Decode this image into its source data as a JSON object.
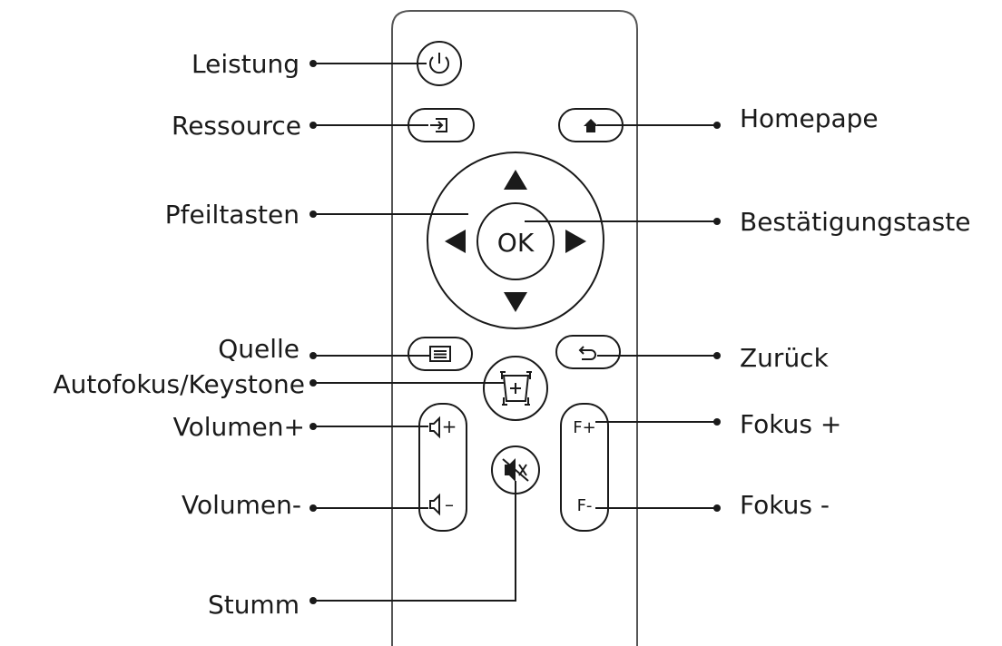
{
  "labels": {
    "power": "Leistung",
    "resource": "Ressource",
    "home": "Homepape",
    "arrows": "Pfeiltasten",
    "confirm": "Bestätigungstaste",
    "menu": "Quelle",
    "autofocus": "Autofokus/Keystone",
    "back": "Zurück",
    "vol_up": "Volumen+",
    "focus_up": "Fokus +",
    "vol_down": "Volumen-",
    "focus_down": "Fokus -",
    "mute": "Stumm"
  },
  "buttons": {
    "ok": "OK",
    "focus_plus": "F+",
    "focus_minus": "F-",
    "vol_plus_sign": "+",
    "vol_minus_sign": "–"
  },
  "icons": {
    "power": "power-icon",
    "input": "input-icon",
    "home": "home-icon",
    "menu": "menu-icon",
    "back": "back-arrow-icon",
    "autofocus": "autofocus-frame-icon",
    "speaker": "speaker-icon",
    "mute": "mute-icon"
  },
  "colors": {
    "line": "#1a1a1a",
    "remote_outline": "#555555",
    "background": "#ffffff"
  }
}
